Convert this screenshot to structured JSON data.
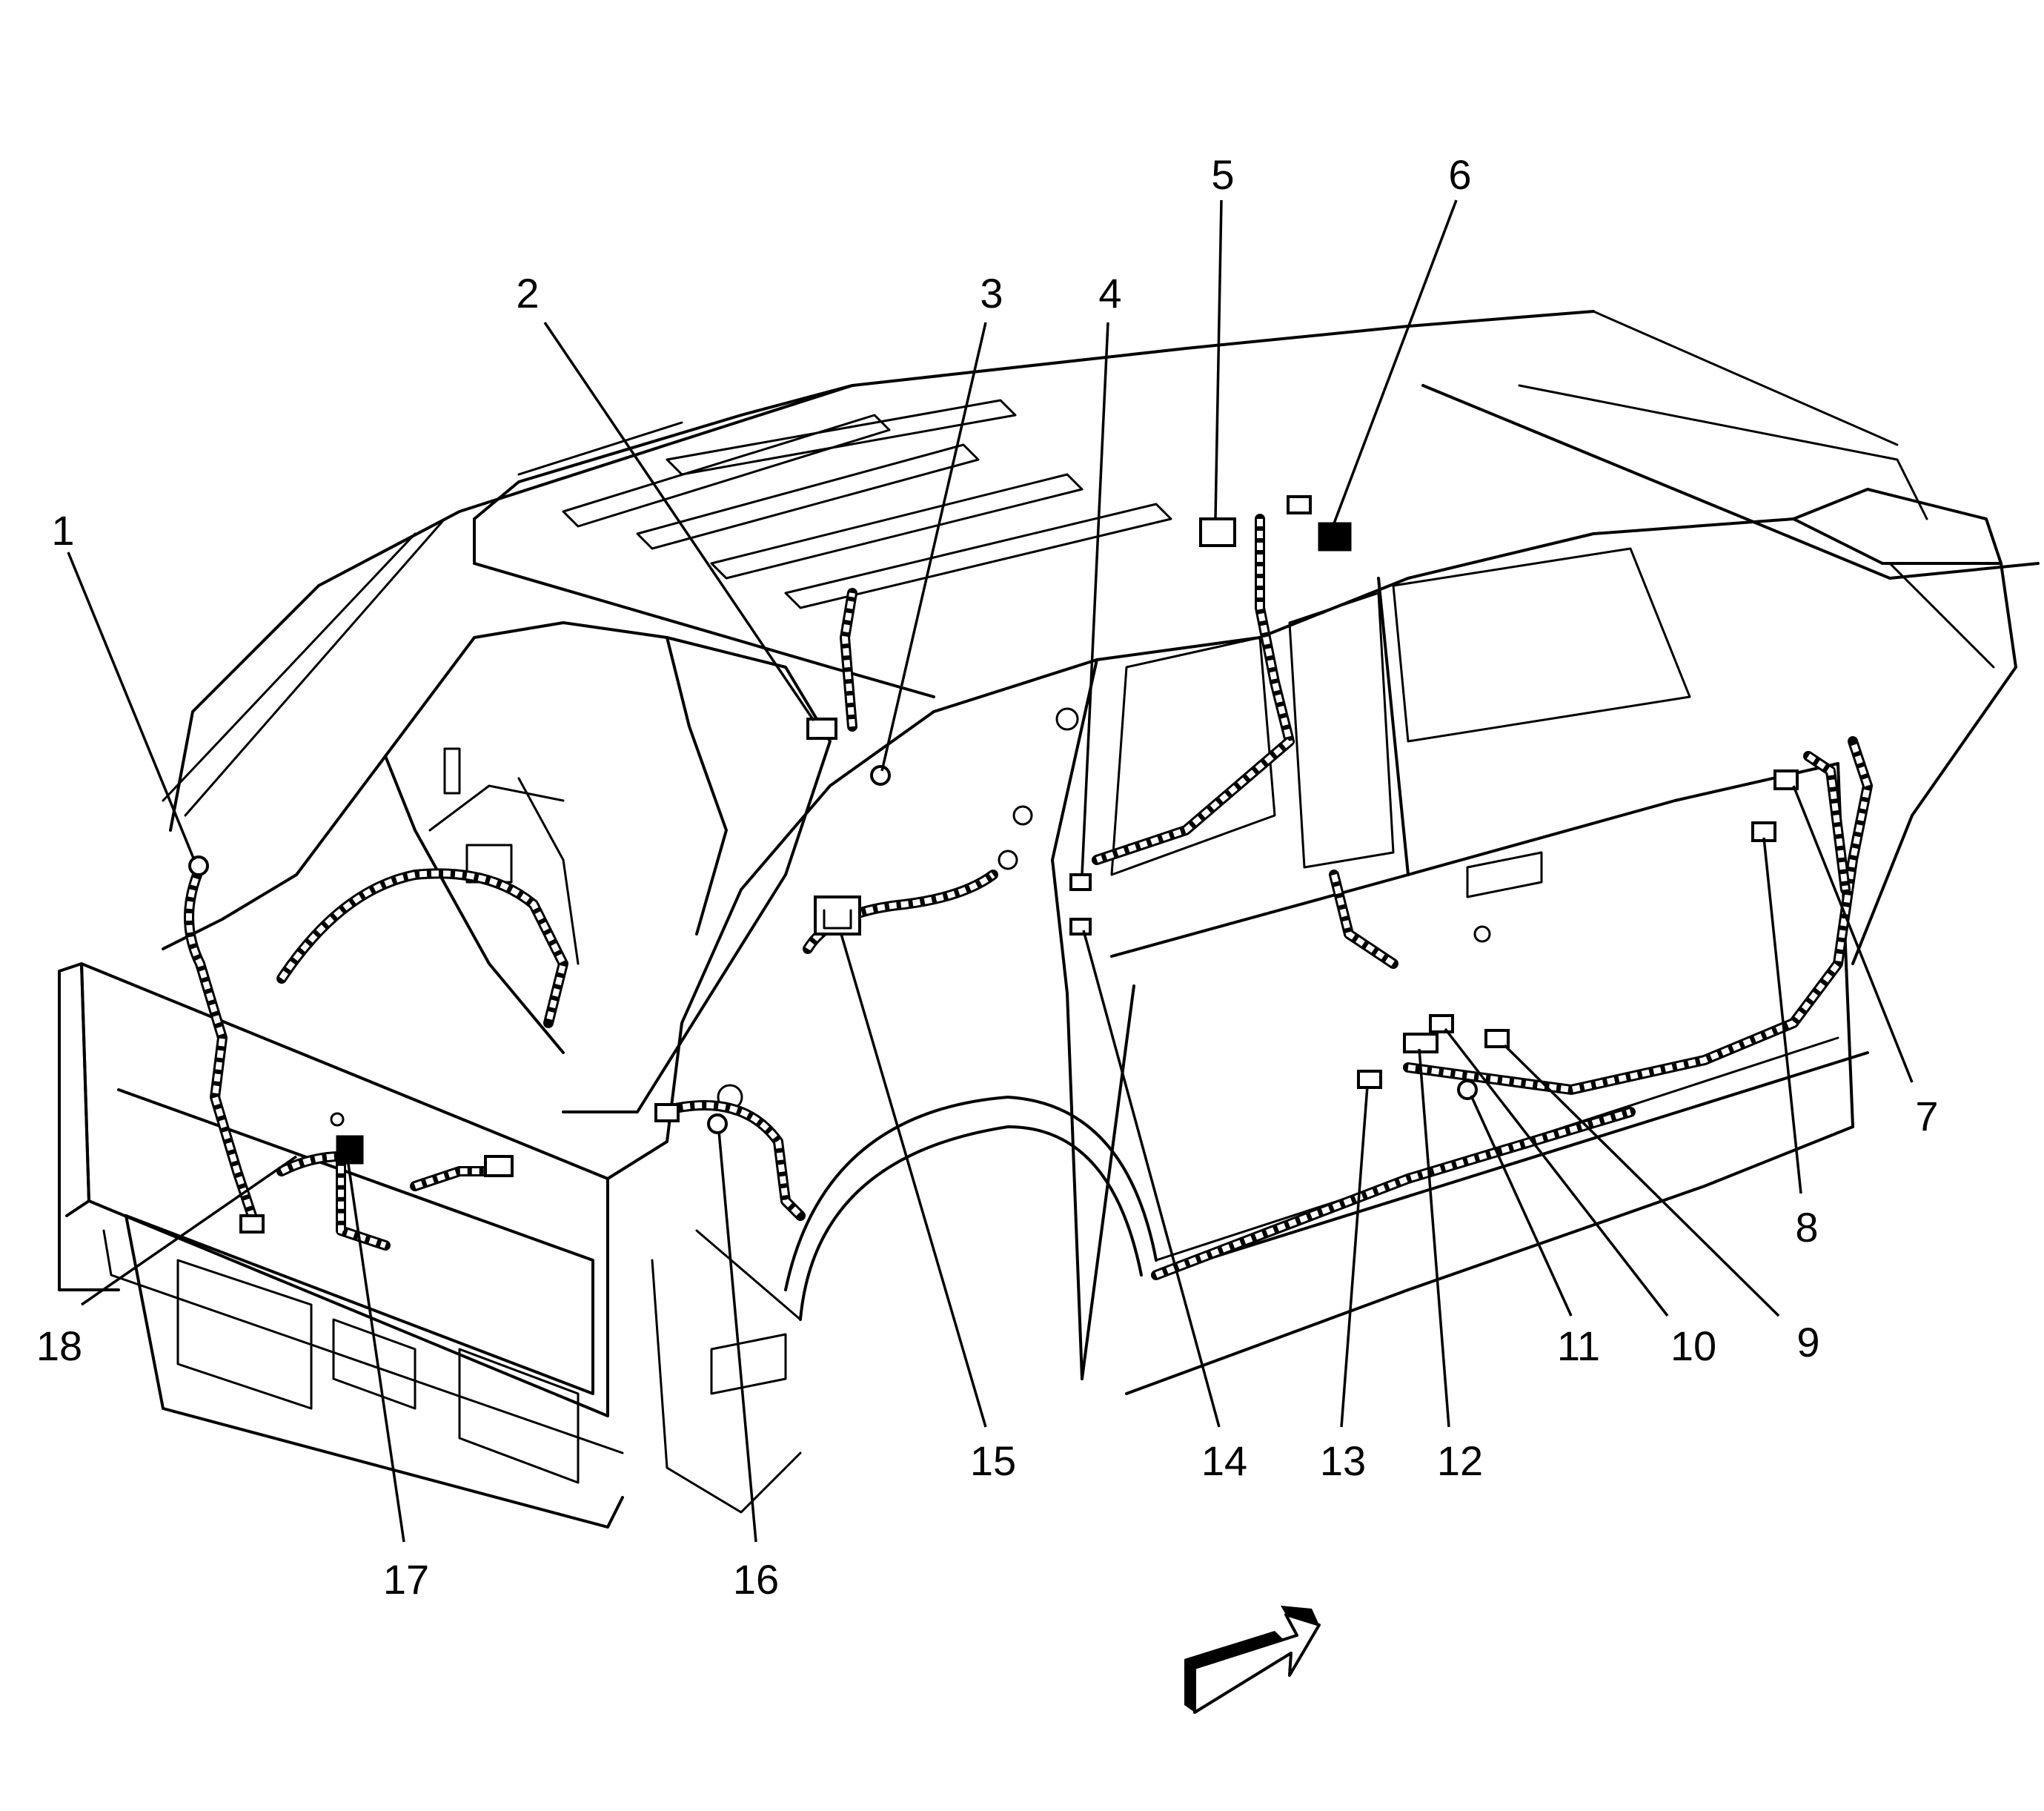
{
  "callouts": [
    {
      "id": 1,
      "label": "1"
    },
    {
      "id": 2,
      "label": "2"
    },
    {
      "id": 3,
      "label": "3"
    },
    {
      "id": 4,
      "label": "4"
    },
    {
      "id": 5,
      "label": "5"
    },
    {
      "id": 6,
      "label": "6"
    },
    {
      "id": 7,
      "label": "7"
    },
    {
      "id": 8,
      "label": "8"
    },
    {
      "id": 9,
      "label": "9"
    },
    {
      "id": 10,
      "label": "10"
    },
    {
      "id": 11,
      "label": "11"
    },
    {
      "id": 12,
      "label": "12"
    },
    {
      "id": 13,
      "label": "13"
    },
    {
      "id": 14,
      "label": "14"
    },
    {
      "id": 15,
      "label": "15"
    },
    {
      "id": 16,
      "label": "16"
    },
    {
      "id": 17,
      "label": "17"
    },
    {
      "id": 18,
      "label": "18"
    }
  ],
  "direction_arrow": {
    "icon": "forward-direction-arrow-icon"
  },
  "colors": {
    "line": "#000000",
    "background": "#ffffff"
  }
}
